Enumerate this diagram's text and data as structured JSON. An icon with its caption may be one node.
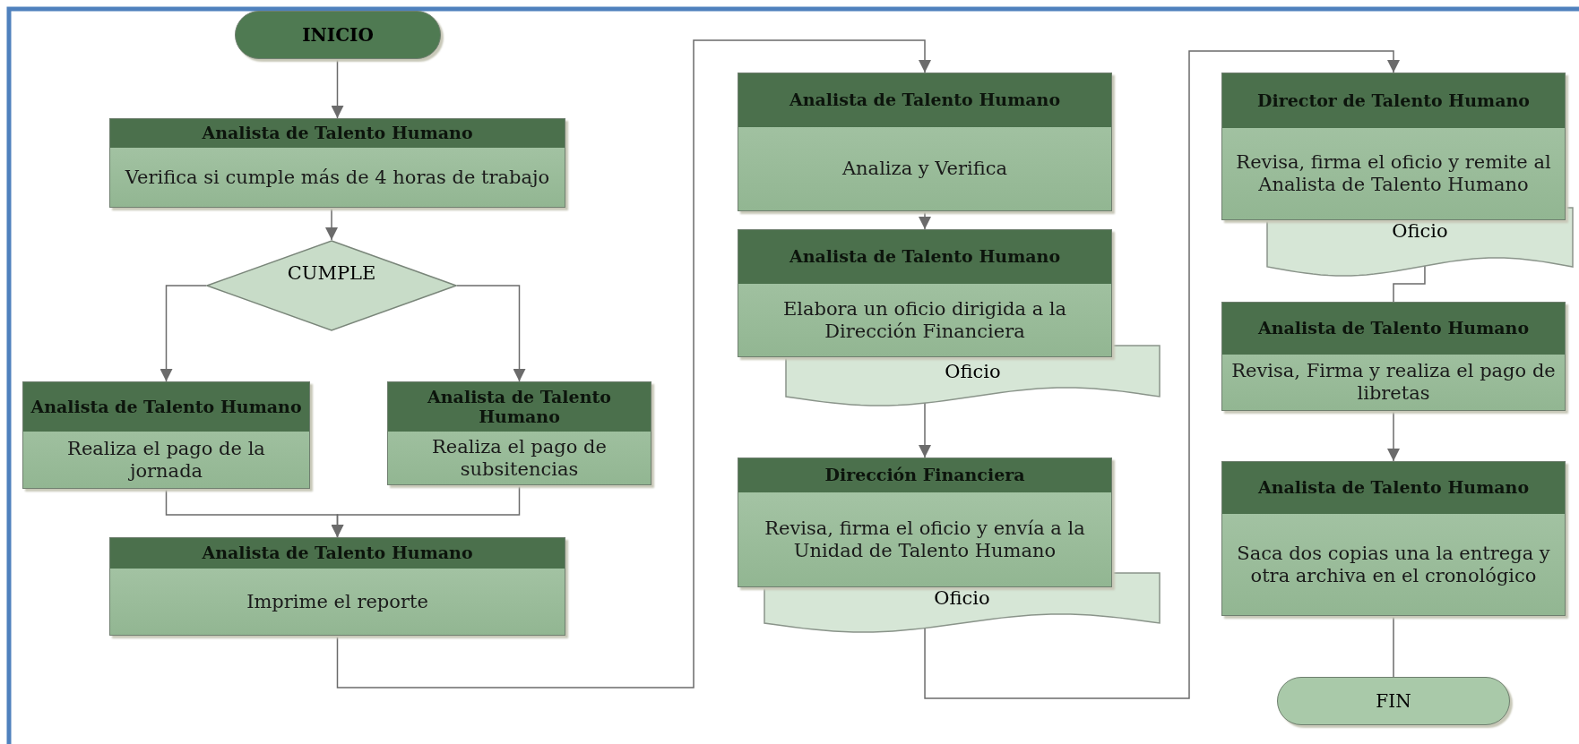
{
  "diagram": {
    "nodes": [
      {
        "text": [
          "INICIO"
        ]
      },
      {
        "text": [
          "Analista de Talento Humano",
          "Verifica si cumple más de 4 horas de trabajo"
        ]
      },
      {
        "text": [
          "CUMPLE"
        ]
      },
      {
        "text": [
          "Analista de Talento Humano",
          "Realiza el pago de la jornada"
        ]
      },
      {
        "text": [
          "Analista de Talento Humano",
          "Realiza el pago de subsitencias"
        ]
      },
      {
        "text": [
          "Analista de Talento Humano",
          "Imprime el reporte"
        ]
      },
      {
        "text": [
          "Analista de Talento Humano",
          "Analiza y Verifica"
        ]
      },
      {
        "text": [
          "Analista de Talento Humano",
          "Elabora un oficio dirigida a la Dirección Financiera"
        ]
      },
      {
        "text": [
          "Oficio"
        ]
      },
      {
        "text": [
          "Dirección Financiera",
          "Revisa, firma el oficio y envía a la Unidad de Talento Humano"
        ]
      },
      {
        "text": [
          "Oficio"
        ]
      },
      {
        "text": [
          "Director de Talento Humano",
          "Revisa, firma el oficio y remite al Analista de Talento Humano"
        ]
      },
      {
        "text": [
          "Oficio"
        ]
      },
      {
        "text": [
          "Analista de Talento Humano",
          "Revisa, Firma y realiza el pago de libretas"
        ]
      },
      {
        "text": [
          "Analista de Talento Humano",
          "Saca dos copias una la entrega y otra archiva en el cronológico"
        ]
      },
      {
        "text": [
          "FIN"
        ]
      }
    ],
    "edges": [
      {
        "from": 0,
        "to": 1,
        "arrow": "to"
      },
      {
        "from": 1,
        "to": 2,
        "arrow": "to"
      },
      {
        "from": 2,
        "to": 3,
        "arrow": "to"
      },
      {
        "from": 2,
        "to": 4,
        "arrow": "to"
      },
      {
        "from": 3,
        "to": 5,
        "arrow": "to"
      },
      {
        "from": 4,
        "to": 5,
        "arrow": "to"
      },
      {
        "from": 5,
        "to": 6,
        "arrow": "to"
      },
      {
        "from": 6,
        "to": 7,
        "arrow": "to"
      },
      {
        "from": 8,
        "to": 9,
        "arrow": "to"
      },
      {
        "from": 10,
        "to": 11,
        "arrow": "to"
      },
      {
        "from": 12,
        "to": 13,
        "arrow": "none"
      },
      {
        "from": 13,
        "to": 14,
        "arrow": "to"
      },
      {
        "from": 14,
        "to": 15,
        "arrow": "none"
      }
    ]
  }
}
